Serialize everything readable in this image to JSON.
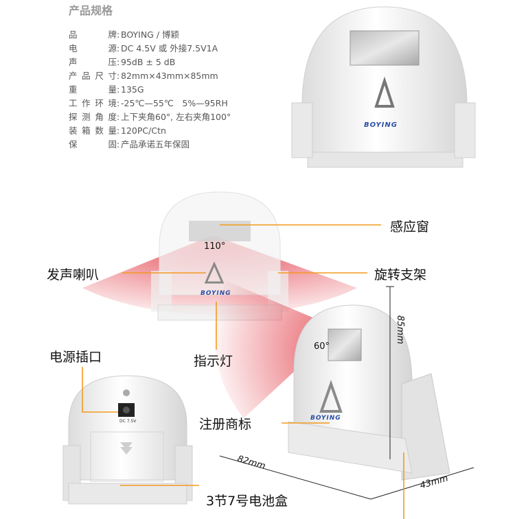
{
  "spec": {
    "title": "产品规格",
    "rows": [
      {
        "label": "品　　牌",
        "value": "BOYING / 博颖"
      },
      {
        "label": "电　　源",
        "value": "DC 4.5V 或 外接7.5V1A"
      },
      {
        "label": "声　　压",
        "value": "95dB ± 5 dB"
      },
      {
        "label": "产品尺寸",
        "value": "82mm×43mm×85mm"
      },
      {
        "label": "重　　量",
        "value": "135G"
      },
      {
        "label": "工作环境",
        "value": "-25℃—55℃　5%—95RH"
      },
      {
        "label": "探测角度",
        "value": "上下夹角60°, 左右夹角100°"
      },
      {
        "label": "装箱数量",
        "value": "120PC/Ctn"
      },
      {
        "label": "保　　固",
        "value": "产品承诺五年保固"
      }
    ]
  },
  "brand": "BOYING",
  "callouts": {
    "sensor_window": "感应窗",
    "speaker": "发声喇叭",
    "rotating_bracket": "旋转支架",
    "indicator_light": "指示灯",
    "power_jack": "电源插口",
    "trademark": "注册商标",
    "battery_box": "3节7号电池盒"
  },
  "angles": {
    "horizontal": "110°",
    "vertical": "60°"
  },
  "dimensions": {
    "width": "82mm",
    "depth": "43mm",
    "height": "85mm"
  },
  "back_label": "DC 7.5V",
  "colors": {
    "accent_line": "#f39a1e",
    "cone": "#e8454d",
    "body": "#f2f2f2"
  }
}
